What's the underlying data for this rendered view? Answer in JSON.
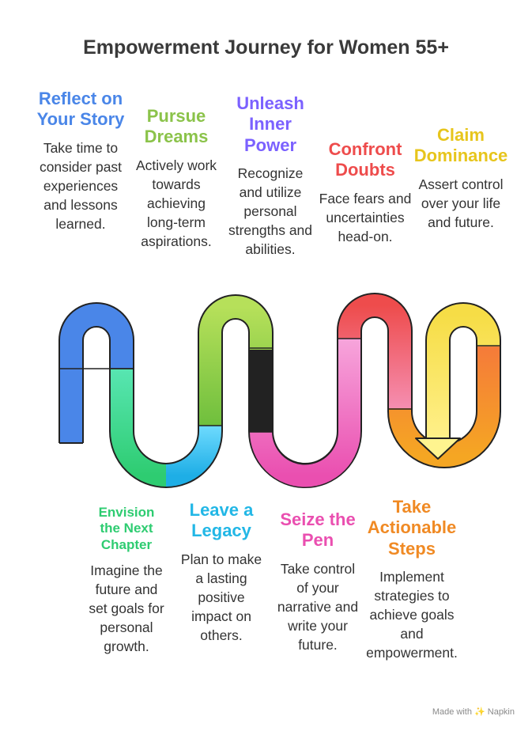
{
  "title": "Empowerment Journey for Women 55+",
  "colors": {
    "blue": "#4a86e8",
    "green": "#2ecc71",
    "lime": "#8bc34a",
    "cyan": "#22b7e6",
    "purple": "#7b61ff",
    "pink": "#ea4fb0",
    "red": "#ee4c4c",
    "orange": "#f08a24",
    "yellow": "#e7c51c"
  },
  "top_steps": [
    {
      "title": "Reflect on Your Story",
      "desc": "Take time to consider past experiences and lessons learned.",
      "color": "#4a86e8"
    },
    {
      "title": "Pursue Dreams",
      "desc": "Actively work towards achieving long-term aspirations.",
      "color": "#8bc34a"
    },
    {
      "title": "Unleash Inner Power",
      "desc": "Recognize and utilize personal strengths and abilities.",
      "color": "#7b61ff"
    },
    {
      "title": "Confront Doubts",
      "desc": "Face fears and uncertainties head-on.",
      "color": "#ee4c4c"
    },
    {
      "title": "Claim Dominance",
      "desc": "Assert control over your life and future.",
      "color": "#e7c51c"
    }
  ],
  "bottom_steps": [
    {
      "title": "Envision the Next Chapter",
      "desc": "Imagine the future and set goals for personal growth.",
      "color": "#2ecc71"
    },
    {
      "title": "Leave a Legacy",
      "desc": "Plan to make a lasting positive impact on others.",
      "color": "#22b7e6"
    },
    {
      "title": "Seize the Pen",
      "desc": "Take control of your narrative and write your future.",
      "color": "#ea4fb0"
    },
    {
      "title": "Take Actionable Steps",
      "desc": "Implement strategies to achieve goals and empowerment.",
      "color": "#f08a24"
    }
  ],
  "footer": "Made with ✨ Napkin"
}
